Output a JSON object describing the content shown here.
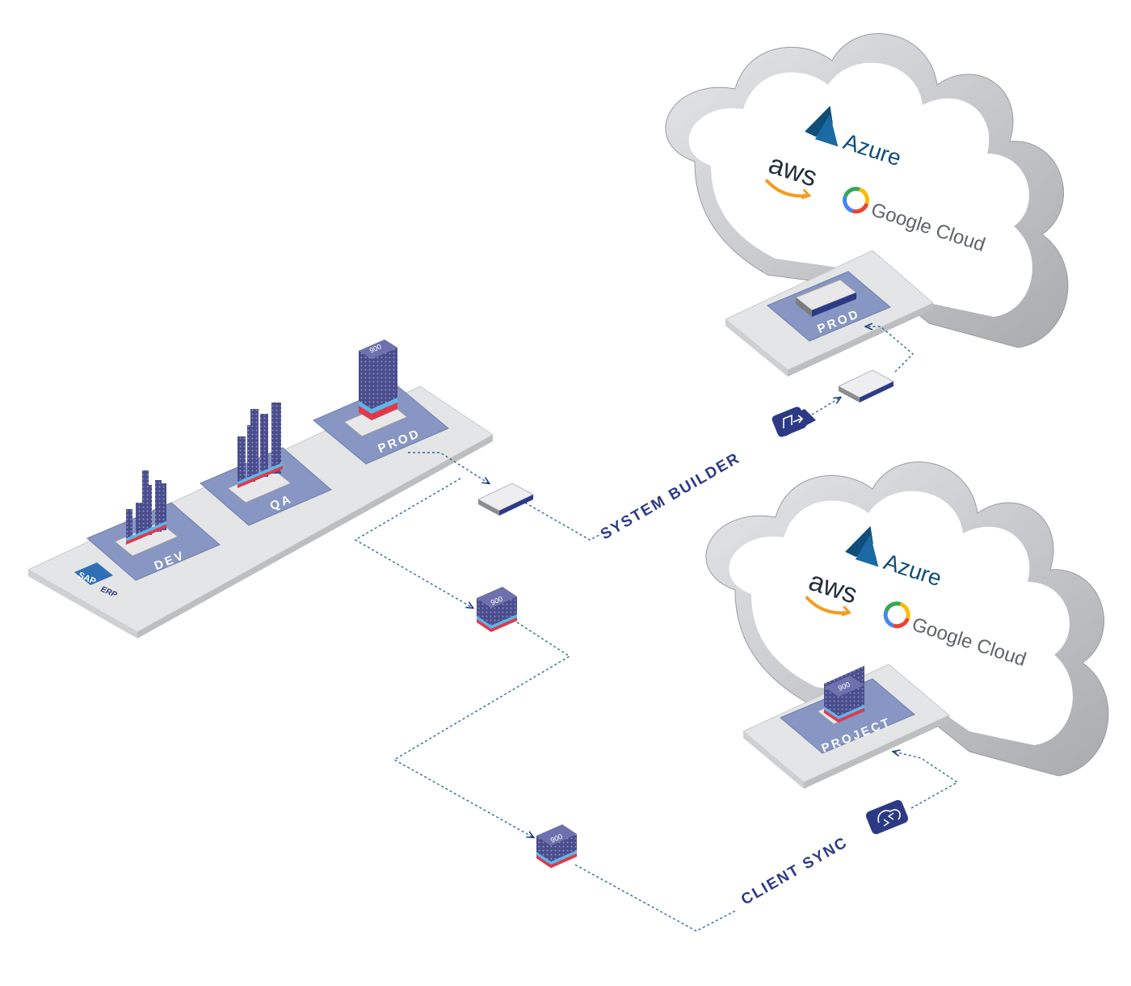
{
  "on_prem": {
    "platform_logo_text": "SAP",
    "platform_logo_suffix": "ERP",
    "environments": [
      {
        "label": "DEV"
      },
      {
        "label": "QA"
      },
      {
        "label": "PROD",
        "client": "900"
      }
    ]
  },
  "flows": [
    {
      "label": "SYSTEM BUILDER",
      "icon": "system-builder-icon"
    },
    {
      "label": "CLIENT SYNC",
      "icon": "client-sync-icon"
    }
  ],
  "packages": {
    "client_900_a": "900",
    "client_900_b": "900"
  },
  "clouds": [
    {
      "providers": {
        "azure": "Azure",
        "aws": "aws",
        "google": "Google Cloud"
      },
      "target": {
        "label": "PROD"
      }
    },
    {
      "providers": {
        "azure": "Azure",
        "aws": "aws",
        "google": "Google Cloud"
      },
      "target": {
        "label": "PROJECT",
        "client": "900"
      }
    }
  ],
  "colors": {
    "accent_navy": "#2c3a86",
    "pad_blue": "#8796c2",
    "tower_purple": "#5b5e9a",
    "band_cyan": "#5fb6e8",
    "band_red": "#e2384a",
    "azure_blue": "#0f4d7a",
    "aws_orange": "#f79a21"
  }
}
